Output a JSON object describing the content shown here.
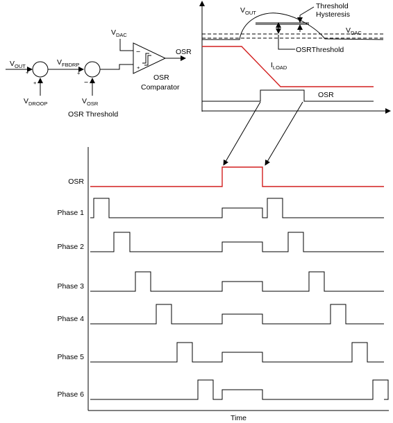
{
  "colors": {
    "osr_trace": "#d21f1f",
    "trace": "#000000",
    "background": "#ffffff"
  },
  "block": {
    "vout_label": "V",
    "vout_sub": "OUT",
    "vdroop_label": "V",
    "vdroop_sub": "DROOP",
    "vfbdrp_label": "V",
    "vfbdrp_sub": "FBDRP",
    "vosr_label": "V",
    "vosr_sub": "OSR",
    "vdac_label": "V",
    "vdac_sub": "DAC",
    "sum1_plus_left": "+",
    "sum1_plus_bottom": "+",
    "sum2_plus_left": "+",
    "sum2_minus_bottom": "−",
    "comp_minus": "−",
    "comp_plus": "+",
    "osr_out_label": "OSR",
    "comparator_line1": "OSR",
    "comparator_line2": "Comparator",
    "caption": "OSR Threshold"
  },
  "inset": {
    "vout_label": "V",
    "vout_sub": "OUT",
    "threshold_line1": "Threshold",
    "threshold_line2": "Hysteresis",
    "vdac_label": "V",
    "vdac_sub": "DAC",
    "osr_threshold": "OSRThreshold",
    "iload_label": "I",
    "iload_sub": "LOAD",
    "osr_label": "OSR"
  },
  "timing": {
    "x_axis_label": "Time",
    "rows": [
      {
        "label": "OSR",
        "pulses": [
          [
            320,
            378
          ]
        ],
        "osr": true
      },
      {
        "label": "Phase 1",
        "pulses": [
          [
            135,
            157
          ],
          [
            320,
            378
          ],
          [
            385,
            407
          ]
        ],
        "osr": false
      },
      {
        "label": "Phase 2",
        "pulses": [
          [
            164,
            187
          ],
          [
            320,
            378
          ],
          [
            415,
            437
          ]
        ],
        "osr": false
      },
      {
        "label": "Phase 3",
        "pulses": [
          [
            195,
            217
          ],
          [
            320,
            378
          ],
          [
            445,
            467
          ]
        ],
        "osr": false
      },
      {
        "label": "Phase 4",
        "pulses": [
          [
            225,
            247
          ],
          [
            320,
            378
          ],
          [
            476,
            498
          ]
        ],
        "osr": false
      },
      {
        "label": "Phase 5",
        "pulses": [
          [
            255,
            277
          ],
          [
            320,
            378
          ],
          [
            507,
            529
          ]
        ],
        "osr": false
      },
      {
        "label": "Phase 6",
        "pulses": [
          [
            285,
            307
          ],
          [
            320,
            378
          ],
          [
            537,
            559
          ]
        ],
        "osr": false
      }
    ]
  }
}
